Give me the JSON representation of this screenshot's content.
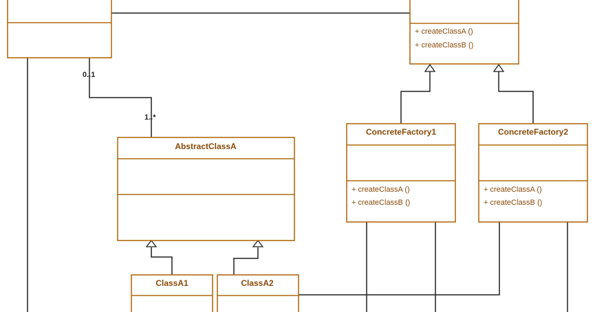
{
  "classes": {
    "client": {
      "name": ""
    },
    "abstract_factory": {
      "name": "",
      "methods": [
        "+ createClassA ()",
        "+ createClassB ()"
      ]
    },
    "concrete_factory_1": {
      "name": "ConcreteFactory1",
      "methods": [
        "+ createClassA ()",
        "+ createClassB ()"
      ]
    },
    "concrete_factory_2": {
      "name": "ConcreteFactory2",
      "methods": [
        "+ createClassA ()",
        "+ createClassB ()"
      ]
    },
    "abstract_class_a": {
      "name": "AbstractClassA"
    },
    "class_a1": {
      "name": "ClassA1"
    },
    "class_a2": {
      "name": "ClassA2"
    }
  },
  "multiplicities": {
    "client_end": "0..1",
    "product_end": "1..*"
  },
  "colors": {
    "class_border": "#b06a10",
    "class_text": "#8a4a08",
    "connector": "#1f1f1f",
    "background": "#ffffff"
  }
}
